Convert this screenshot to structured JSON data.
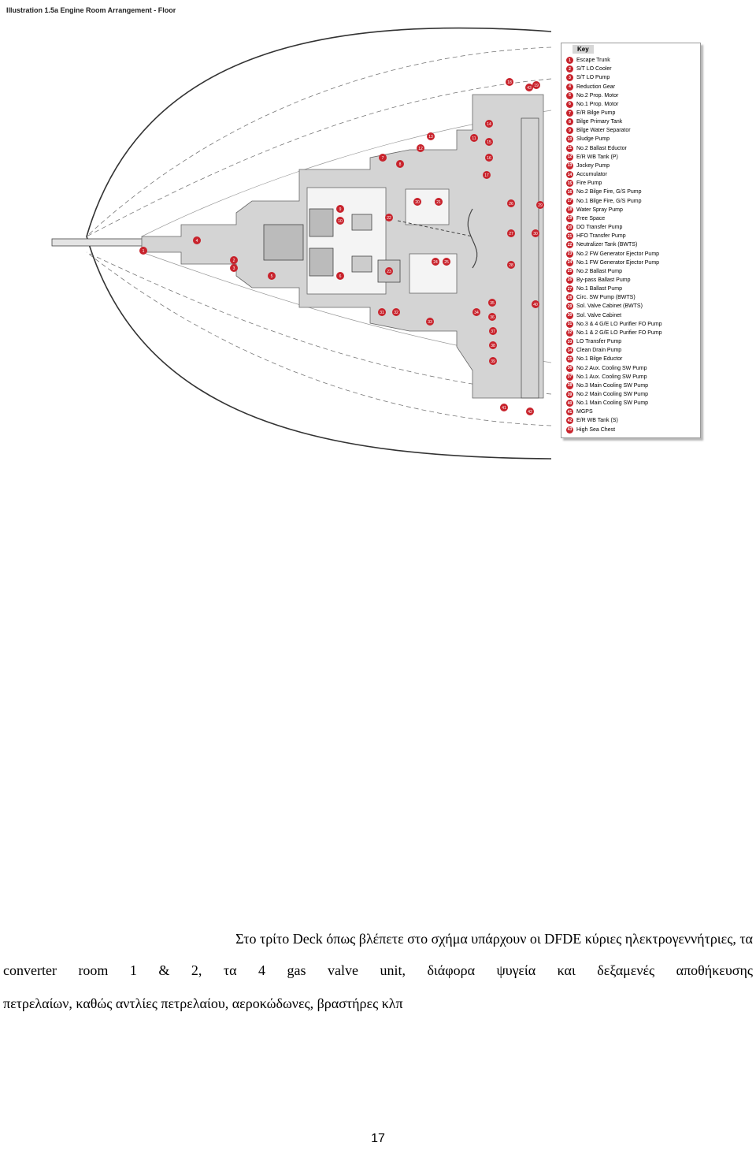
{
  "figure": {
    "title": "Illustration 1.5a Engine Room Arrangement - Floor",
    "key_title": "Key",
    "key_items": [
      "Escape Trunk",
      "S/T LO Cooler",
      "S/T LO Pump",
      "Reduction Gear",
      "No.2 Prop. Motor",
      "No.1 Prop. Motor",
      "E/R Bilge Pump",
      "Bilge Primary Tank",
      "Bilge Water Separator",
      "Sludge Pump",
      "No.2 Ballast Eductor",
      "E/R WB Tank (P)",
      "Jockey Pump",
      "Accumulator",
      "Fire Pump",
      "No.2 Bilge Fire, G/S Pump",
      "No.1 Bilge Fire, G/S Pump",
      "Water Spray Pump",
      "Free Space",
      "DO Transfer Pump",
      "HFO Transfer Pump",
      "Neutralizer Tank (BWTS)",
      "No.2 FW Generator Ejector Pump",
      "No.1 FW Generator Ejector Pump",
      "No.2 Ballast Pump",
      "By-pass Ballast Pump",
      "No.1 Ballast Pump",
      "Circ. SW Pump (BWTS)",
      "Sol. Valve Cabinet (BWTS)",
      "Sol. Valve Cabinet",
      "No.3 & 4 G/E LO Purifier FO Pump",
      "No.1 & 2 G/E LO Purifier FO Pump",
      "LO Transfer Pump",
      "Clean Drain Pump",
      "No.1 Bilge Eductor",
      "No.2 Aux. Cooling SW Pump",
      "No.1 Aux. Cooling SW Pump",
      "No.3 Main Cooling SW Pump",
      "No.2 Main Cooling SW Pump",
      "No.1 Main Cooling SW Pump",
      "MGPS",
      "E/R WB Tank (S)",
      "High Sea Chest"
    ],
    "callouts": [
      {
        "n": "1"
      },
      {
        "n": "2"
      },
      {
        "n": "3"
      },
      {
        "n": "4"
      },
      {
        "n": "5"
      },
      {
        "n": "6"
      },
      {
        "n": "7"
      },
      {
        "n": "8"
      },
      {
        "n": "9"
      },
      {
        "n": "10"
      },
      {
        "n": "11"
      },
      {
        "n": "12"
      },
      {
        "n": "13"
      },
      {
        "n": "14"
      },
      {
        "n": "15"
      },
      {
        "n": "16"
      },
      {
        "n": "17"
      },
      {
        "n": "18"
      },
      {
        "n": "19"
      },
      {
        "n": "20"
      },
      {
        "n": "21"
      },
      {
        "n": "22"
      },
      {
        "n": "23"
      },
      {
        "n": "24"
      },
      {
        "n": "25"
      },
      {
        "n": "26"
      },
      {
        "n": "27"
      },
      {
        "n": "28"
      },
      {
        "n": "29"
      },
      {
        "n": "30"
      },
      {
        "n": "31"
      },
      {
        "n": "32"
      },
      {
        "n": "33"
      },
      {
        "n": "34"
      },
      {
        "n": "35"
      },
      {
        "n": "36"
      },
      {
        "n": "37"
      },
      {
        "n": "38"
      },
      {
        "n": "39"
      },
      {
        "n": "40"
      },
      {
        "n": "41"
      },
      {
        "n": "42"
      },
      {
        "n": "43"
      }
    ],
    "colors": {
      "marker": "#c8232c",
      "floor": "#d4d4d4",
      "lines": "#555555"
    }
  },
  "text": {
    "p1": "Στο τρίτο Deck όπως βλέπετε στο σχήμα υπάρχουν οι DFDE κύριες ηλεκτρογεννήτριες, τα",
    "p2": "converter room 1 & 2, τα 4 gas valve unit, διάφορα ψυγεία και δεξαμενές αποθήκευσης",
    "p3": "πετρελαίων, καθώς αντλίες πετρελαίου, αεροκώδωνες, βραστήρες κλπ"
  },
  "page_number": "17"
}
